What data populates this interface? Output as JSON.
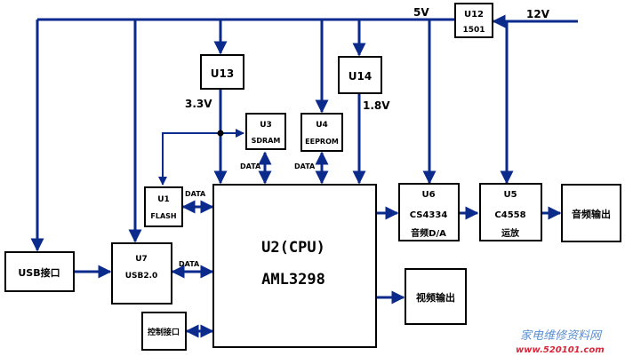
{
  "voltages": {
    "v5": "5V",
    "v12": "12V",
    "v33": "3.3V",
    "v18": "1.8V"
  },
  "blocks": {
    "u12": {
      "line1": "U12",
      "line2": "1501"
    },
    "u13": {
      "line1": "U13"
    },
    "u14": {
      "line1": "U14"
    },
    "u3": {
      "line1": "U3",
      "line2": "SDRAM"
    },
    "u4": {
      "line1": "U4",
      "line2": "EEPROM"
    },
    "u1": {
      "line1": "U1",
      "line2": "FLASH"
    },
    "u2": {
      "line1": "U2(CPU)",
      "line2": "AML3298"
    },
    "u6": {
      "line1": "U6",
      "line2": "CS4334",
      "line3": "音频D/A"
    },
    "u5": {
      "line1": "U5",
      "line2": "C4558",
      "line3": "运放"
    },
    "audio_out": {
      "line1": "音频输出"
    },
    "video_out": {
      "line1": "视频输出"
    },
    "usb_port": {
      "line1": "USB接口"
    },
    "u7": {
      "line1": "U7",
      "line2": "USB2.0"
    },
    "ctrl_port": {
      "line1": "控制接口"
    }
  },
  "buses": {
    "data_label": "DATA"
  },
  "watermark": {
    "text": "家电维修资料网",
    "url": "www.520101.com"
  },
  "colors": {
    "wire": "#0a2a8c",
    "box_stroke": "#000000"
  }
}
